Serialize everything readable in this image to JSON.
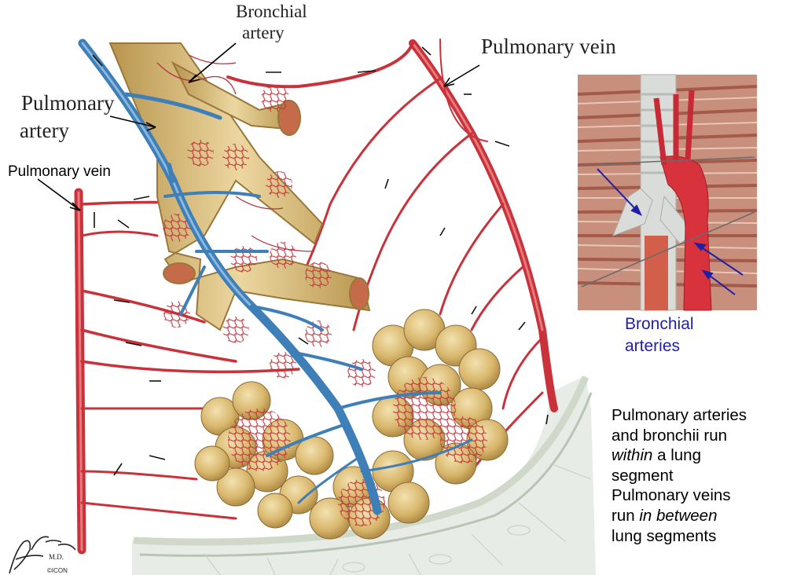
{
  "labels": {
    "bronchial_artery_line1": "Bronchial",
    "bronchial_artery_line2": "artery",
    "pulmonary_vein_top": "Pulmonary vein",
    "pulmonary_artery_line1": "Pulmonary",
    "pulmonary_artery_line2": "artery",
    "pulmonary_vein_left": "Pulmonary vein",
    "bronchial_arteries_line1": "Bronchial",
    "bronchial_arteries_line2": "arteries"
  },
  "note": {
    "line1": "Pulmonary arteries",
    "line2": "and bronchii run",
    "line3_em": "within",
    "line3_rest": " a lung",
    "line4": "segment",
    "line5": "Pulmonary veins",
    "line6_pre": "run ",
    "line6_em": "in between",
    "line7": "lung segments"
  },
  "signature": {
    "text": "F. Netter M.D.",
    "mark": "©ICON"
  },
  "colors": {
    "vein_red": "#c9323a",
    "artery_blue": "#3f7fb8",
    "bronchus_tan": "#d6b978",
    "label_blue": "#1f1fa3"
  }
}
